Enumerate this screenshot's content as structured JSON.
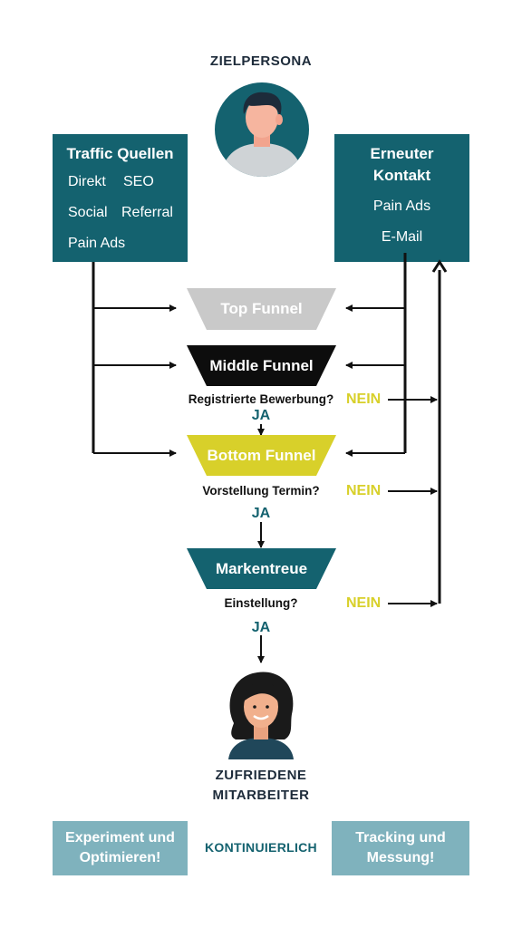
{
  "zielpersona": "ZIELPERSONA",
  "traffic": {
    "title": "Traffic Quellen",
    "items": [
      "Direkt",
      "SEO",
      "Social",
      "Referral",
      "Pain Ads"
    ]
  },
  "erneuter": {
    "title_line1": "Erneuter",
    "title_line2": "Kontakt",
    "items": [
      "Pain Ads",
      "E-Mail"
    ]
  },
  "funnels": {
    "top": "Top Funnel",
    "middle": "Middle Funnel",
    "bottom": "Bottom Funnel",
    "marken": "Markentreue"
  },
  "questions": {
    "q1": "Registrierte Bewerbung?",
    "q2": "Vorstellung Termin?",
    "q3": "Einstellung?"
  },
  "yes": "JA",
  "no": "NEIN",
  "result_line1": "ZUFRIEDENE",
  "result_line2": "MITARBEITER",
  "bottom": {
    "left_line1": "Experiment und",
    "left_line2": "Optimieren!",
    "center": "KONTINUIERLICH",
    "right_line1": "Tracking und",
    "right_line2": "Messung!"
  },
  "colors": {
    "teal": "#14626f",
    "light_teal": "#7fb2bd",
    "yellow": "#d8d02a",
    "gray_funnel": "#c9c9c9"
  }
}
